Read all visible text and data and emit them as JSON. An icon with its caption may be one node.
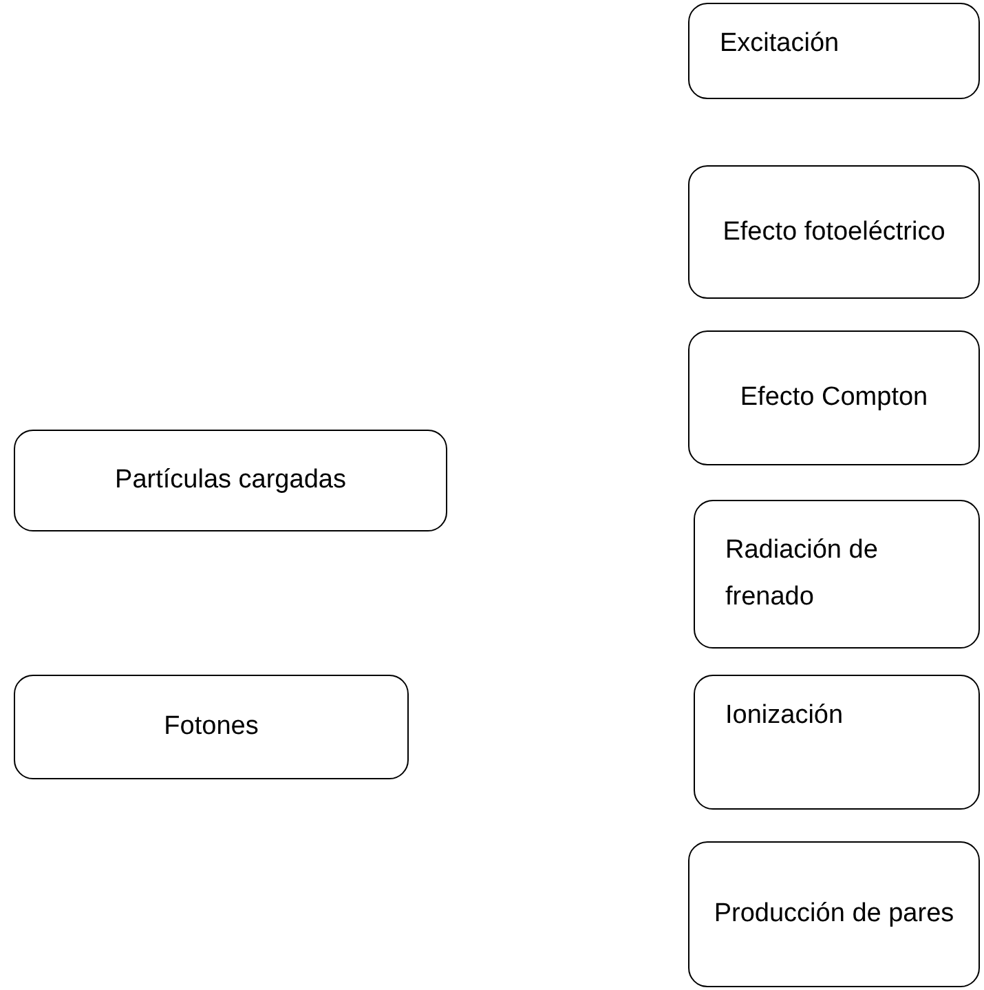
{
  "diagram": {
    "nodes": [
      {
        "text": [
          "Excitación"
        ]
      },
      {
        "text": [
          "Efecto fotoeléctrico"
        ]
      },
      {
        "text": [
          "Efecto Compton"
        ]
      },
      {
        "text": [
          "Partículas cargadas"
        ]
      },
      {
        "text": [
          "Radiación de frenado"
        ]
      },
      {
        "text": [
          "Fotones"
        ]
      },
      {
        "text": [
          "Ionización"
        ]
      },
      {
        "text": [
          "Producción de pares"
        ]
      }
    ]
  }
}
